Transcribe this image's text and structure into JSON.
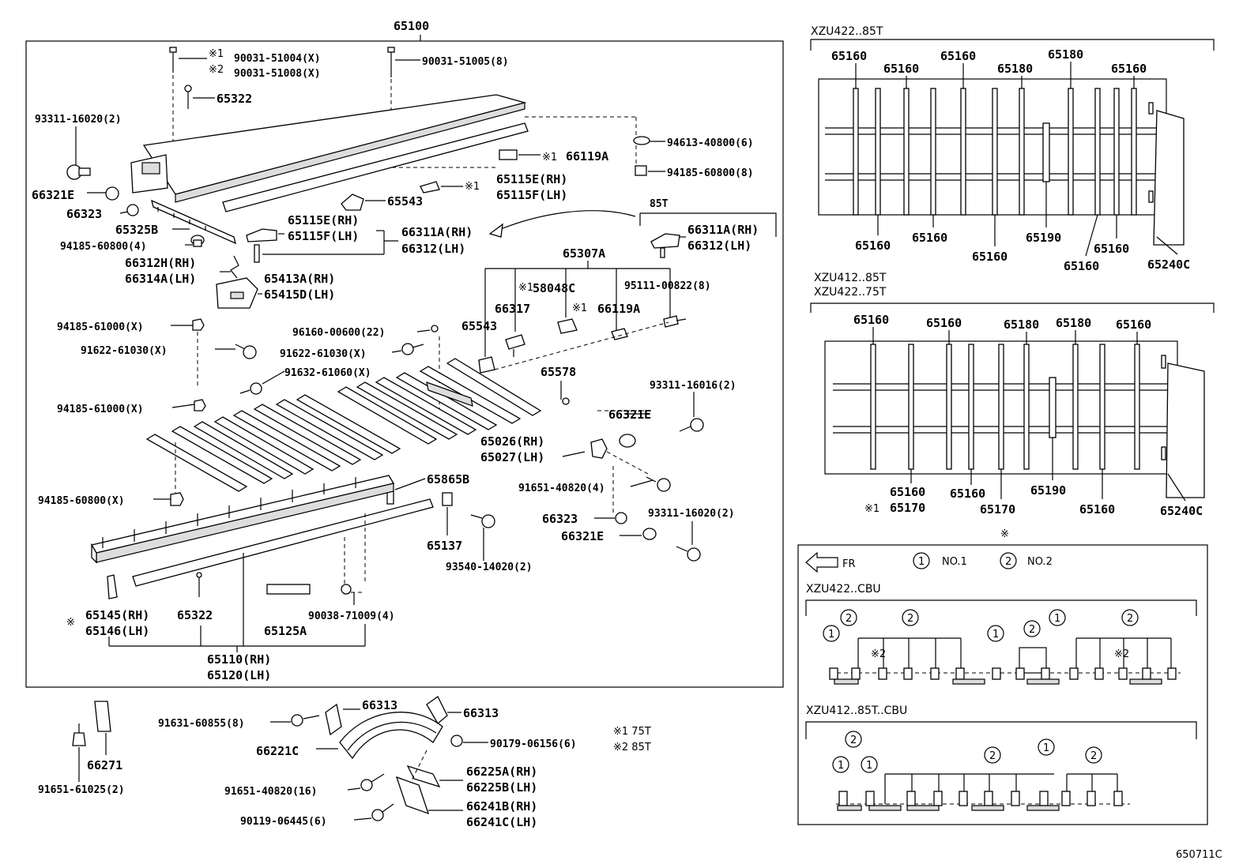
{
  "diagram_id": "650711C",
  "assembly_number": "65100",
  "callouts": {
    "c_90031_51004": "90031-51004(X)",
    "c_90031_51008": "90031-51008(X)",
    "c_90031_51005": "90031-51005(8)",
    "note1_mark": "※1",
    "note2_mark": "※2",
    "c_65322_top": "65322",
    "c_93311_16020_a": "93311-16020(2)",
    "c_94613": "94613-40800(6)",
    "c_66119A_top": "66119A",
    "c_94185_60800_8": "94185-60800(8)",
    "c_65115E_a": "65115E(RH)",
    "c_65115F_a": "65115F(LH)",
    "c_66321E_a": "66321E",
    "c_66323_a": "66323",
    "c_65543_a": "65543",
    "c_65325B": "65325B",
    "c_65115E_b": "65115E(RH)",
    "c_65115F_b": "65115F(LH)",
    "c_66311A_a": "66311A(RH)",
    "c_66312_a": "66312(LH)",
    "c_85T": "85T",
    "c_66311A_b": "66311A(RH)",
    "c_66312_b": "66312(LH)",
    "c_94185_60800_4": "94185-60800(4)",
    "c_66312H": "66312H(RH)",
    "c_66314A": "66314A(LH)",
    "c_65307A": "65307A",
    "c_65413A": "65413A(RH)",
    "c_65415D": "65415D(LH)",
    "c_58048C": "58048C",
    "c_95111": "95111-00822(8)",
    "c_66317": "66317",
    "c_66119A_b": "66119A",
    "c_65543_b": "65543",
    "c_94185_61000_a": "94185-61000(X)",
    "c_96160": "96160-00600(22)",
    "c_91622_a": "91622-61030(X)",
    "c_91622_b": "91622-61030(X)",
    "c_91632": "91632-61060(X)",
    "c_65578": "65578",
    "c_93311_16016": "93311-16016(2)",
    "c_94185_61000_b": "94185-61000(X)",
    "c_66321E_b": "66321E",
    "c_65026": "65026(RH)",
    "c_65027": "65027(LH)",
    "c_65865B": "65865B",
    "c_91651_40820_a": "91651-40820(4)",
    "c_94185_60800_x": "94185-60800(X)",
    "c_66323_b": "66323",
    "c_93311_16020_b": "93311-16020(2)",
    "c_66321E_c": "66321E",
    "c_65137": "65137",
    "c_93540": "93540-14020(2)",
    "c_note_mark": "※",
    "c_65145": "65145(RH)",
    "c_65146": "65146(LH)",
    "c_65322_b": "65322",
    "c_65125A": "65125A",
    "c_90038": "90038-71009(4)",
    "c_65110": "65110(RH)",
    "c_65120": "65120(LH)",
    "c_66271": "66271",
    "c_91651_61025": "91651-61025(2)",
    "c_91631": "91631-60855(8)",
    "c_66313_a": "66313",
    "c_66313_b": "66313",
    "c_66221C": "66221C",
    "c_90179": "90179-06156(6)",
    "c_91651_40820_b": "91651-40820(16)",
    "c_66225A": "66225A(RH)",
    "c_66225B": "66225B(LH)",
    "c_90119": "90119-06445(6)",
    "c_66241B": "66241B(RH)",
    "c_66241C": "66241C(LH)",
    "legend_1": "※1 75T",
    "legend_2": "※2 85T"
  },
  "panel_a": {
    "header": "XZU422..85T",
    "top_labels": [
      "65160",
      "65160",
      "65160",
      "65180",
      "65180",
      "65160"
    ],
    "bottom_labels": [
      "65160",
      "65160",
      "65160",
      "65190",
      "65160",
      "65160",
      "65240C"
    ]
  },
  "panel_b": {
    "header_1": "XZU412..85T",
    "header_2": "XZU422..75T",
    "top_labels": [
      "65160",
      "65160",
      "65180",
      "65180",
      "65160"
    ],
    "bottom_labels": [
      "65160",
      "65160",
      "65170",
      "65190",
      "65160",
      "65240C"
    ],
    "note1_mark": "※1",
    "bottom_extra": "65170"
  },
  "panel_c": {
    "note_mark": "※",
    "fr_label": "FR",
    "no1": "NO.1",
    "no2": "NO.2",
    "circle1": "1",
    "circle2": "2",
    "row1_header": "XZU422..CBU",
    "row1_note": "※2",
    "row2_header": "XZU412..85T..CBU"
  }
}
